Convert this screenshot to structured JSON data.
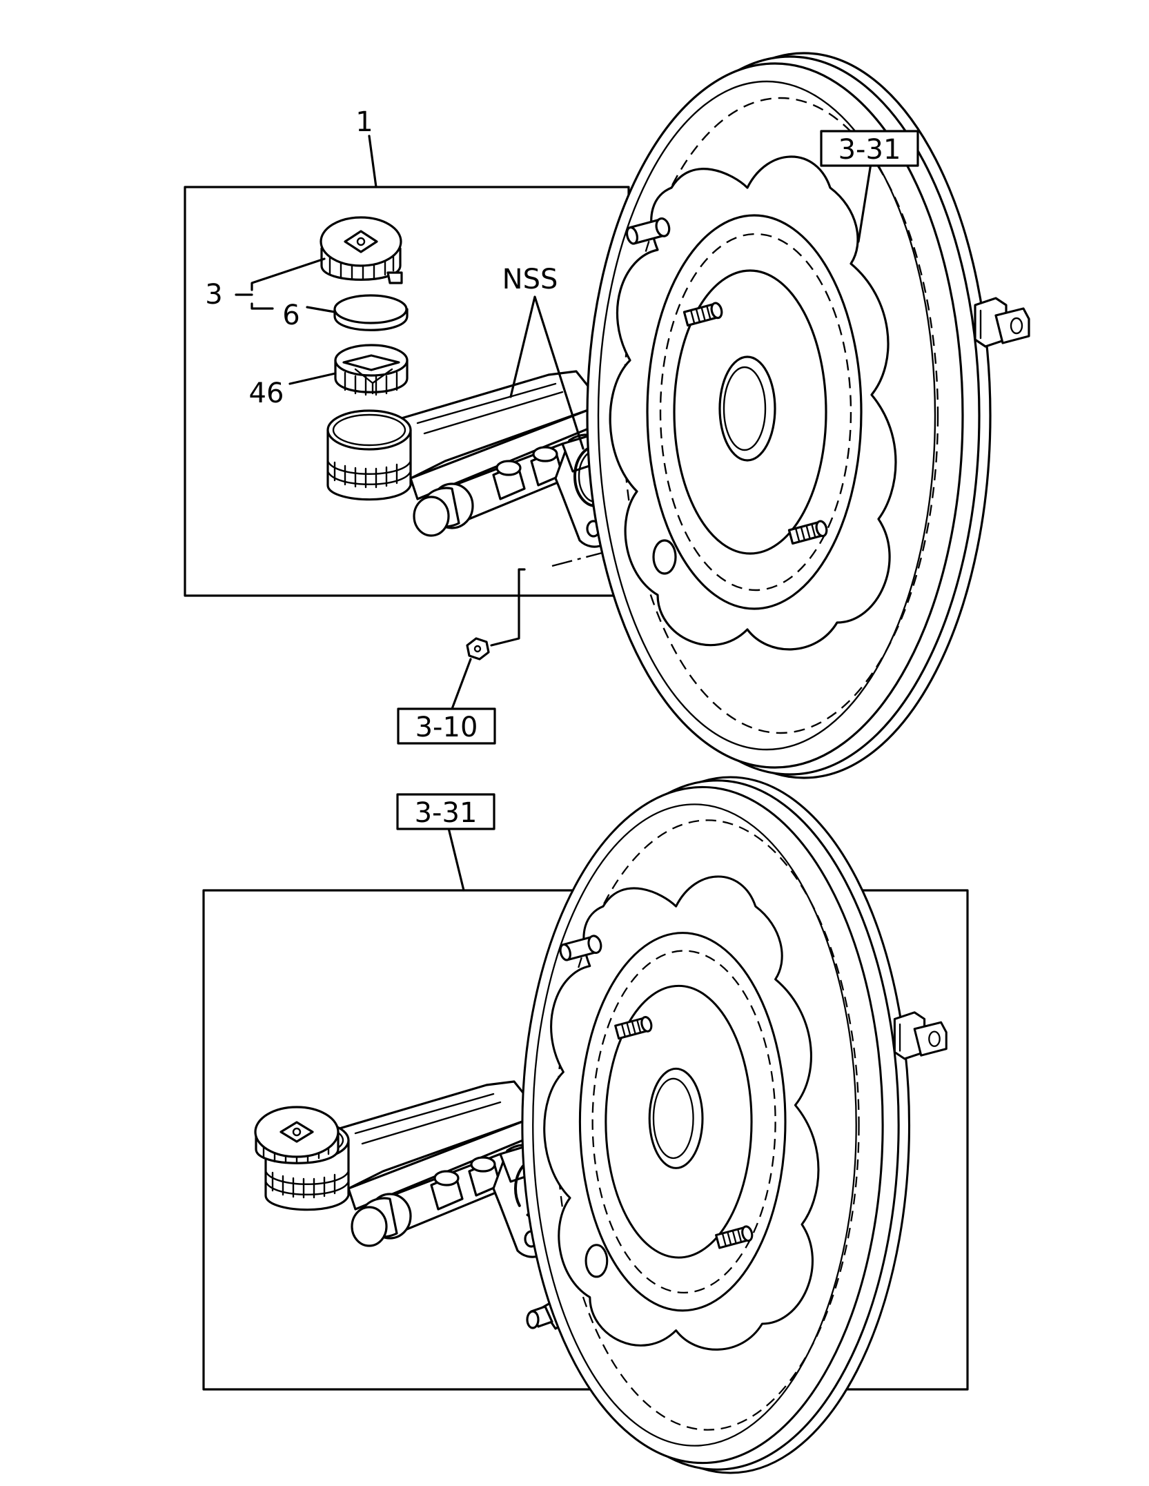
{
  "callouts": {
    "assembly": "1",
    "cap_set": "3",
    "cap_seal": "6",
    "strainer": "46",
    "not_serviced": "NSS"
  },
  "references": {
    "booster_upper": "3-31",
    "nut": "3-10",
    "booster_lower": "3-31"
  },
  "icons": [
    "master-cylinder",
    "reservoir-cap",
    "cap-seal",
    "reservoir-strainer",
    "o-ring",
    "brake-booster",
    "flange-nut",
    "grease-tube"
  ]
}
